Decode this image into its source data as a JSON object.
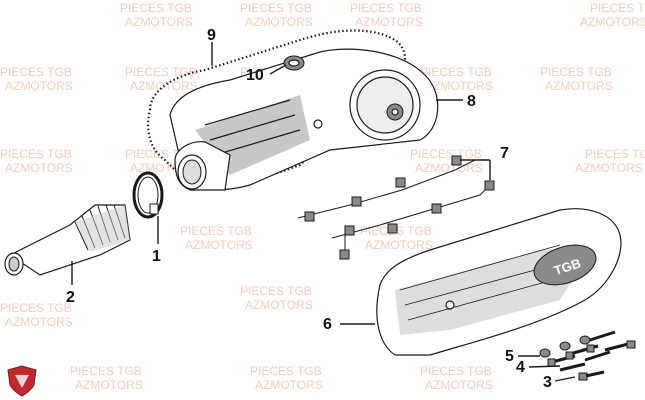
{
  "watermark": {
    "line1": "PIECES TGB",
    "line2": "AZMOTORS",
    "color": "#f2b8a0"
  },
  "callouts": [
    {
      "id": "1",
      "label": "1"
    },
    {
      "id": "2",
      "label": "2"
    },
    {
      "id": "3",
      "label": "3"
    },
    {
      "id": "4",
      "label": "4"
    },
    {
      "id": "5",
      "label": "5"
    },
    {
      "id": "6",
      "label": "6"
    },
    {
      "id": "7",
      "label": "7"
    },
    {
      "id": "8",
      "label": "8"
    },
    {
      "id": "9",
      "label": "9"
    },
    {
      "id": "10",
      "label": "10"
    }
  ],
  "cover_logo": "TGB",
  "logo": {
    "color": "#c0282d",
    "icon": "shield-logo-icon"
  }
}
